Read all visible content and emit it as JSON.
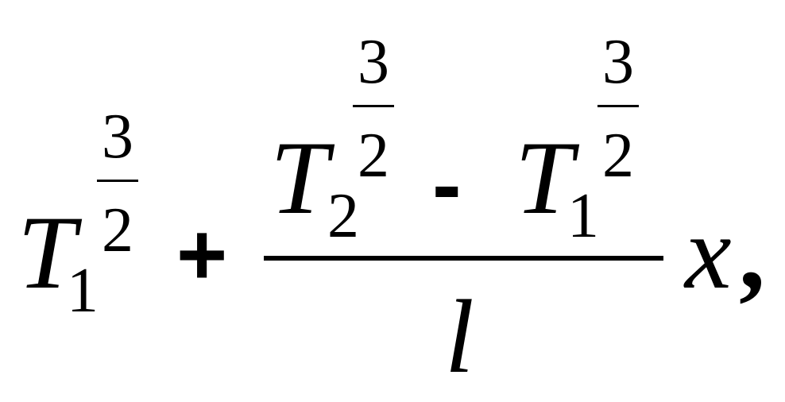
{
  "formula": {
    "term1": {
      "base": "T",
      "subscript": "1",
      "exp_numerator": "3",
      "exp_denominator": "2"
    },
    "plus_sign": "+",
    "numerator": {
      "term_a": {
        "base": "T",
        "subscript": "2",
        "exp_numerator": "3",
        "exp_denominator": "2"
      },
      "minus_sign": "-",
      "term_b": {
        "base": "T",
        "subscript": "1",
        "exp_numerator": "3",
        "exp_denominator": "2"
      }
    },
    "denominator": "l",
    "trailing_variable": "x",
    "trailing_comma": ","
  }
}
